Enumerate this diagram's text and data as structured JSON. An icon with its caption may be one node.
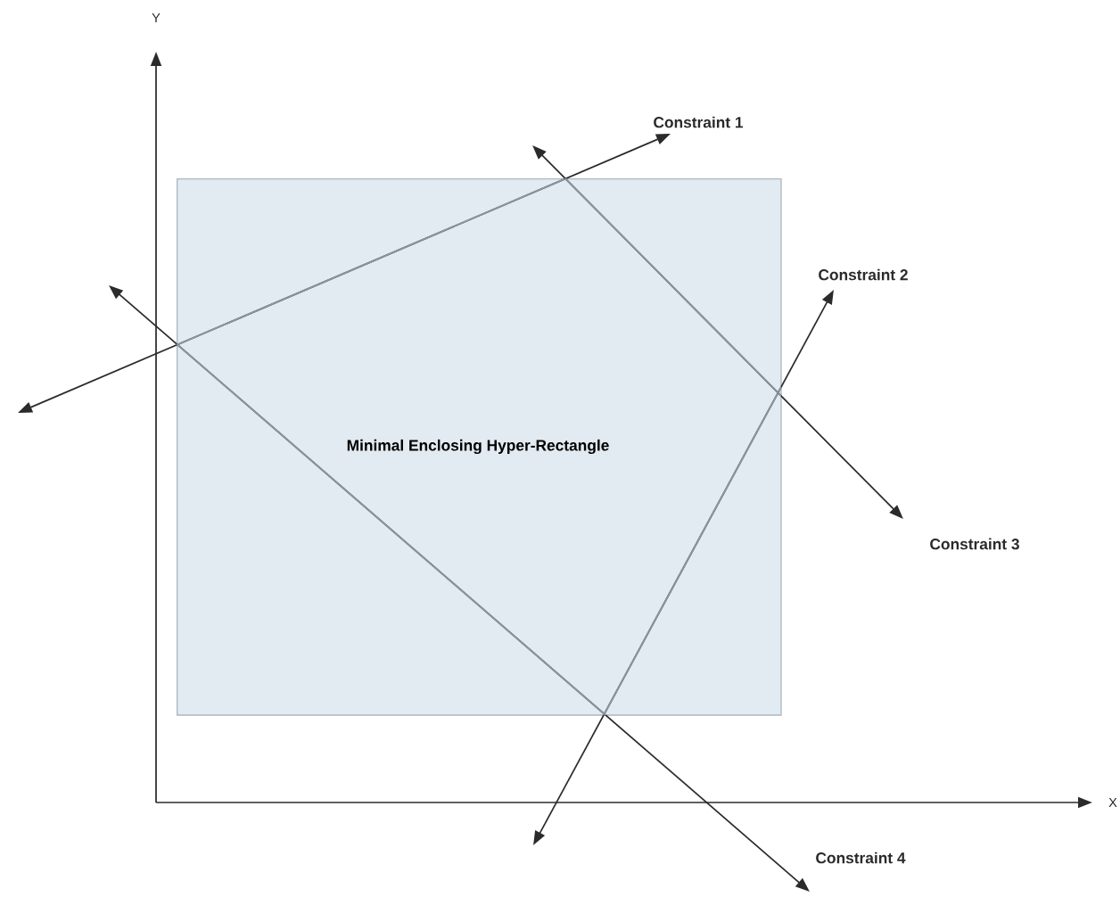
{
  "diagram": {
    "nodes": [
      {
        "text": [
          "Minimal Enclosing Hyper-Rectangle"
        ]
      }
    ],
    "labels": [
      "Y",
      "Constraint 1",
      "Constraint 2",
      "Constraint 3",
      "X",
      "Constraint 4"
    ]
  }
}
